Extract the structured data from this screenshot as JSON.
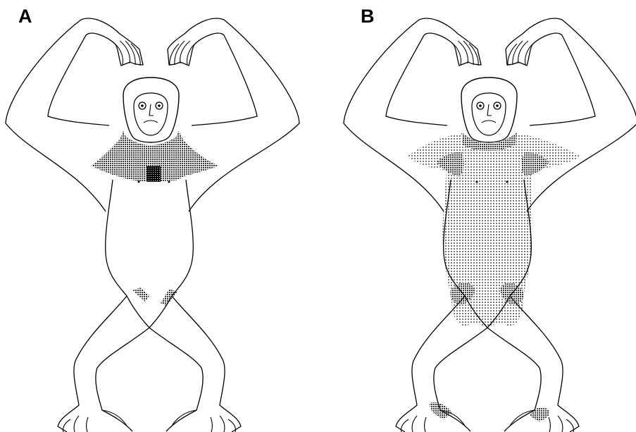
{
  "panels": [
    {
      "id": "a",
      "label": "A"
    },
    {
      "id": "b",
      "label": "B"
    }
  ],
  "colors": {
    "outline": "#000000",
    "dense_shading": "#444444",
    "light_shading": "#9a9a9a",
    "background": "#ffffff"
  }
}
